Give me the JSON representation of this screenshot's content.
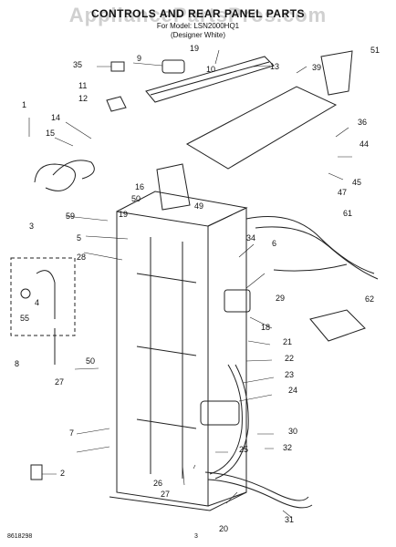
{
  "header": {
    "title": "CONTROLS AND REAR PANEL PARTS",
    "model_line": "For Model: LSN2000HQ1",
    "designer_line": "(Designer White)"
  },
  "watermark": "AppliancePartsPros.com",
  "callouts": [
    "51",
    "9",
    "35",
    "19",
    "13",
    "39",
    "11",
    "12",
    "1",
    "14",
    "15",
    "36",
    "44",
    "10",
    "45",
    "47",
    "16",
    "50",
    "49",
    "3",
    "59",
    "19",
    "61",
    "5",
    "6",
    "28",
    "34",
    "4",
    "29",
    "55",
    "62",
    "18",
    "21",
    "8",
    "22",
    "50",
    "27",
    "23",
    "24",
    "30",
    "32",
    "7",
    "25",
    "2",
    "26",
    "27",
    "20",
    "31"
  ],
  "footer": {
    "code": "8618298",
    "page": "3"
  }
}
